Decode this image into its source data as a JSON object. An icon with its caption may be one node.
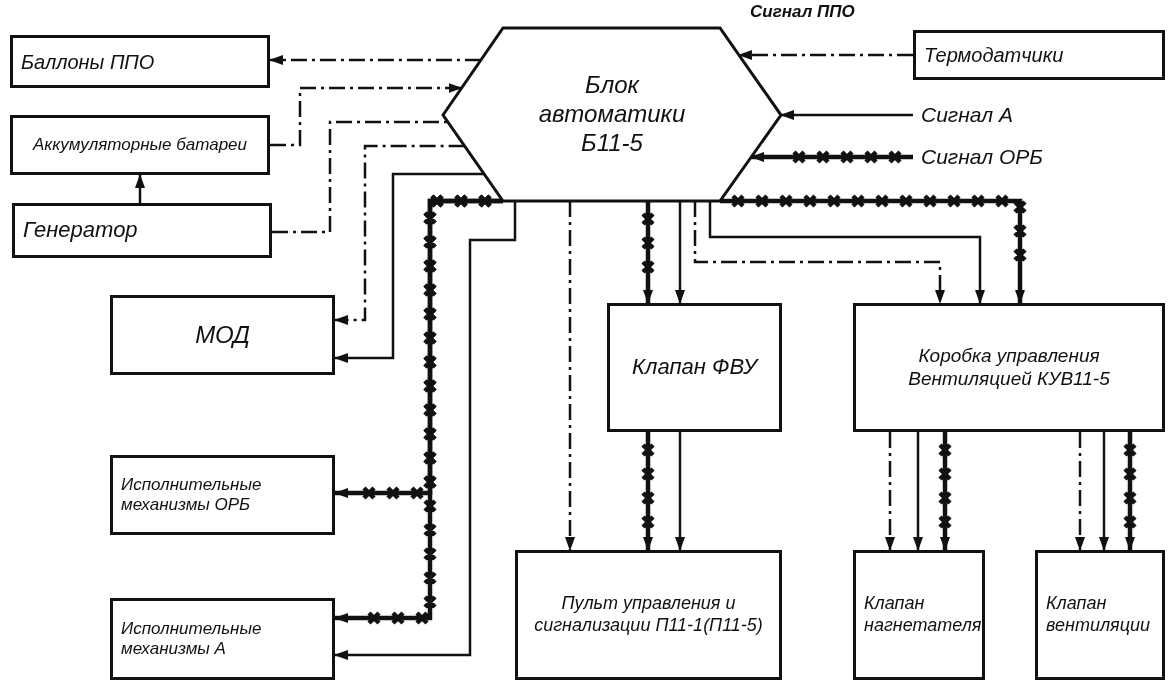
{
  "diagram": {
    "nodes": [
      {
        "text": [
          "Блок автоматики Б11-5"
        ]
      },
      {
        "text": [
          "Баллоны ППО"
        ]
      },
      {
        "text": [
          "Аккумуляторные батареи"
        ]
      },
      {
        "text": [
          "Генератор"
        ]
      },
      {
        "text": [
          "Термодатчики"
        ]
      },
      {
        "text": [
          "Сигнал А"
        ]
      },
      {
        "text": [
          "Сигнал ОРБ"
        ]
      },
      {
        "text": [
          "МОД"
        ]
      },
      {
        "text": [
          "Клапан ФВУ"
        ]
      },
      {
        "text": [
          "Коробка управления Вентиляцией КУВ11-5"
        ]
      },
      {
        "text": [
          "Исполнительные механизмы ОРБ"
        ]
      },
      {
        "text": [
          "Исполнительные механизмы А"
        ]
      },
      {
        "text": [
          "Пульт управления и сигнализации П11-1(П11-5)"
        ]
      },
      {
        "text": [
          "Клапан нагнетателя"
        ]
      },
      {
        "text": [
          "Клапан вентиляции"
        ]
      }
    ],
    "edges": [
      {
        "from": 0,
        "to": 1,
        "arrow": "to",
        "style": "dashed"
      },
      {
        "from": 2,
        "to": 0,
        "arrow": "to",
        "style": "dashed"
      },
      {
        "from": 3,
        "to": 0,
        "arrow": "none",
        "style": "dashed"
      },
      {
        "from": 3,
        "to": 2,
        "arrow": "to"
      },
      {
        "from": 0,
        "to": 7,
        "arrow": "to",
        "style": "dashed"
      },
      {
        "from": 0,
        "to": 7,
        "arrow": "to"
      },
      {
        "from": 0,
        "to": 11,
        "arrow": "to"
      },
      {
        "from": 0,
        "to": 10,
        "arrow": "to",
        "style": "thick"
      },
      {
        "from": 0,
        "to": 11,
        "arrow": "to",
        "style": "thick"
      },
      {
        "from": 0,
        "to": 12,
        "arrow": "to",
        "style": "dashed"
      },
      {
        "from": 0,
        "to": 8,
        "arrow": "to",
        "style": "thick"
      },
      {
        "from": 0,
        "to": 8,
        "arrow": "to"
      },
      {
        "from": 0,
        "to": 9,
        "arrow": "to",
        "style": "dashed"
      },
      {
        "from": 0,
        "to": 9,
        "arrow": "to"
      },
      {
        "from": 0,
        "to": 9,
        "arrow": "to",
        "style": "thick"
      },
      {
        "from": 8,
        "to": 12,
        "arrow": "to",
        "style": "thick"
      },
      {
        "from": 8,
        "to": 12,
        "arrow": "to"
      },
      {
        "from": 9,
        "to": 13,
        "arrow": "to",
        "style": "dashed"
      },
      {
        "from": 9,
        "to": 13,
        "arrow": "to"
      },
      {
        "from": 9,
        "to": 13,
        "arrow": "to",
        "style": "thick"
      },
      {
        "from": 9,
        "to": 14,
        "arrow": "to",
        "style": "dashed"
      },
      {
        "from": 9,
        "to": 14,
        "arrow": "to"
      },
      {
        "from": 9,
        "to": 14,
        "arrow": "to",
        "style": "thick"
      },
      {
        "from": 4,
        "to": 0,
        "arrow": "to",
        "style": "dashed",
        "label": "Сигнал ППО"
      },
      {
        "from": 5,
        "to": 0,
        "arrow": "to"
      },
      {
        "from": 6,
        "to": 0,
        "arrow": "to",
        "style": "thick"
      }
    ]
  }
}
